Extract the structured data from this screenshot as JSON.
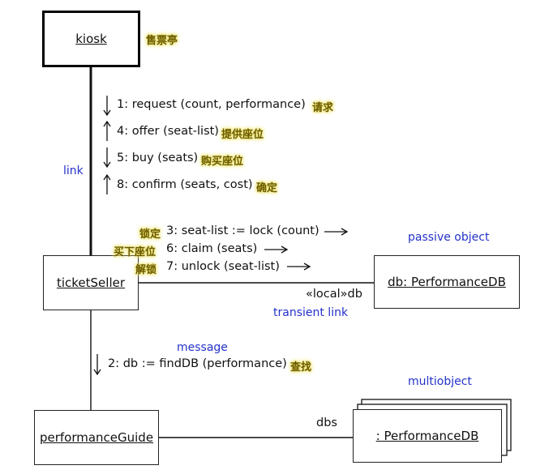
{
  "objects": {
    "kiosk": "kiosk",
    "ticket_seller": "ticketSeller",
    "performance_db": "db: PerformanceDB",
    "performance_guide": "performanceGuide",
    "multi_db": ": PerformanceDB"
  },
  "annotations": {
    "kiosk_cn": "售票亭",
    "link": "link",
    "passive_object": "passive object",
    "transient_link": "transient link",
    "message": "message",
    "multiobject": "multiobject"
  },
  "messages": {
    "m1": "1: request (count, performance)",
    "m1_cn": "请求",
    "m4": "4: offer (seat-list)",
    "m4_cn": "提供座位",
    "m5": "5: buy (seats)",
    "m5_cn": "购买座位",
    "m8": "8: confirm (seats, cost)",
    "m8_cn": "确定",
    "m3": "3: seat-list := lock (count)",
    "m3_cn": "锁定",
    "m6": "6: claim (seats)",
    "m6_cn": "买下座位",
    "m7": "7: unlock (seat-list)",
    "m7_cn": "解锁",
    "m2": "2: db := findDB (performance)",
    "m2_cn": "查找"
  },
  "link_labels": {
    "local_db": "«local»db",
    "dbs": "dbs"
  }
}
